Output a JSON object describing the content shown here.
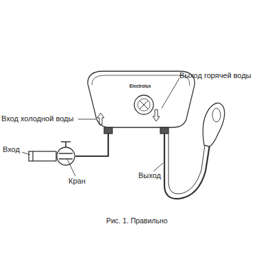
{
  "diagram": {
    "caption": "Рис. 1. Правильно",
    "labels": [
      "Вход холодной воды",
      "Выход горячей воды",
      "Вход",
      "Кран",
      "Выход",
      "Electrolux"
    ]
  }
}
